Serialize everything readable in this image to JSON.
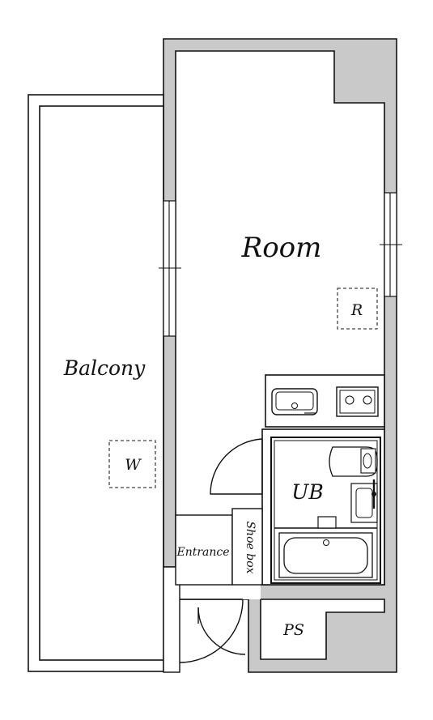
{
  "labels": {
    "room": "Room",
    "balcony": "Balcony",
    "ub": "UB",
    "entrance": "Entrance",
    "shoe_box": "Shoe box",
    "ps": "PS",
    "refrigerator": "R",
    "washer": "W"
  }
}
